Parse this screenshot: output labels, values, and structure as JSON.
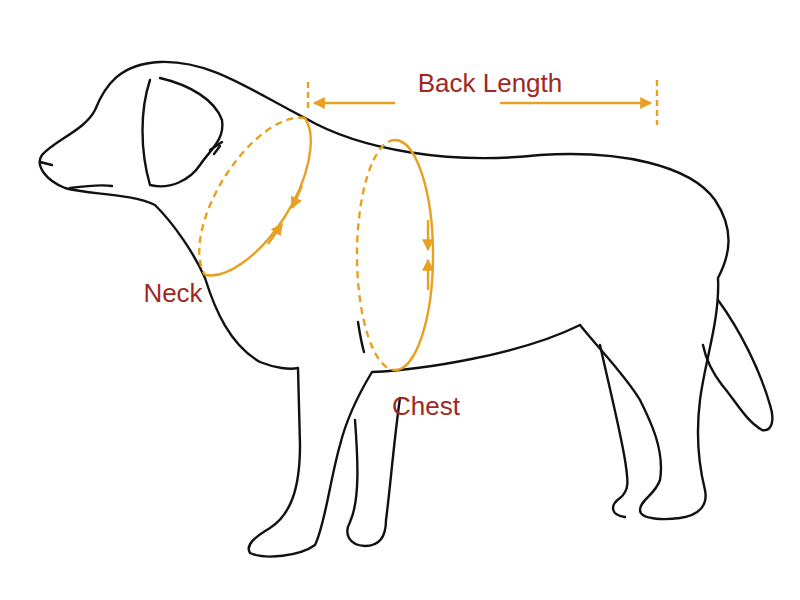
{
  "diagram": {
    "labels": [
      "Back Length",
      "Neck",
      "Chest"
    ]
  }
}
